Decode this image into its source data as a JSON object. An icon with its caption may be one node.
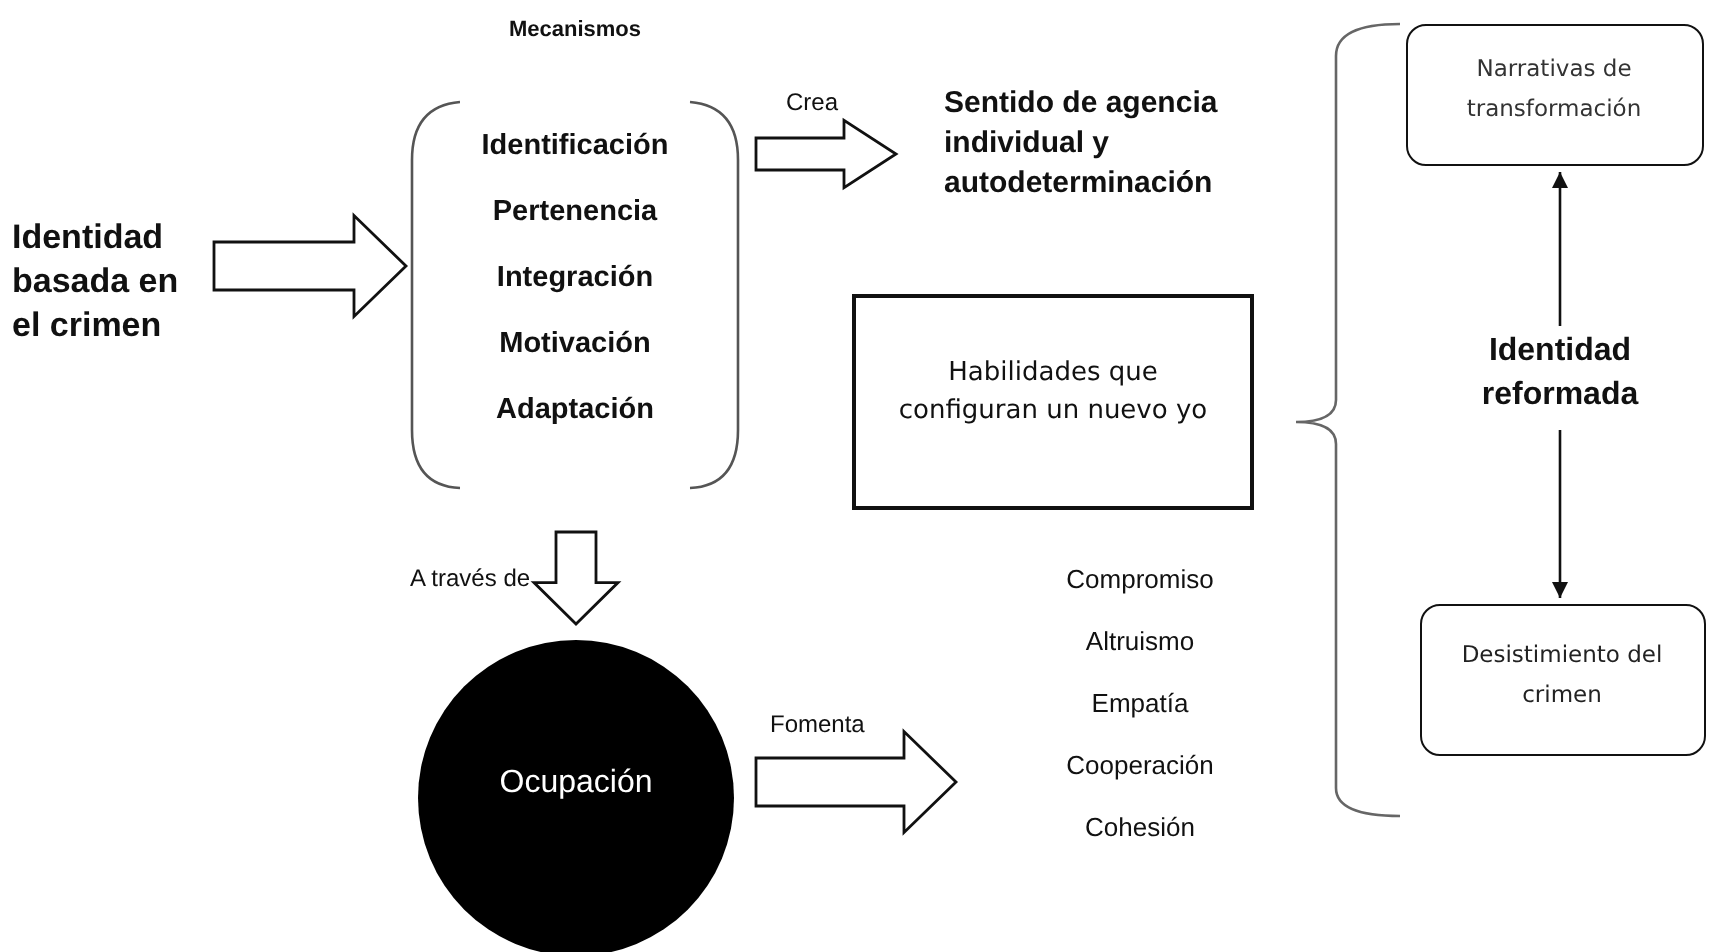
{
  "diagram": {
    "nodes": [
      {
        "text": [
          "Identidad basada en el crimen"
        ]
      },
      {
        "text": [
          "Mecanismos",
          "Identificación",
          "Pertenencia",
          "Integración",
          "Motivación",
          "Adaptación"
        ]
      },
      {
        "text": [
          "Sentido de agencia individual y autodeterminación"
        ]
      },
      {
        "text": [
          "Habilidades que configuran un nuevo yo"
        ]
      },
      {
        "text": [
          "Identidad reformada"
        ]
      },
      {
        "text": [
          "Narrativas de transformación"
        ]
      },
      {
        "text": [
          "Desistimiento del crimen"
        ]
      },
      {
        "text": [
          "Compromiso",
          "Altruismo",
          "Empatía",
          "Cooperación",
          "Cohesión"
        ]
      },
      {
        "text": [
          "Ocupación"
        ]
      }
    ],
    "edges": [
      {
        "from": 0,
        "to": 1,
        "arrow": "to",
        "style": "thick"
      },
      {
        "from": 1,
        "to": 2,
        "arrow": "to",
        "style": "thick",
        "label": "Crea"
      },
      {
        "from": 1,
        "to": 8,
        "arrow": "to",
        "style": "thick",
        "label": "A través de"
      },
      {
        "from": 8,
        "to": 7,
        "arrow": "to",
        "style": "thick",
        "label": "Fomenta"
      },
      {
        "from": 4,
        "to": 5,
        "arrow": "to"
      },
      {
        "from": 4,
        "to": 6,
        "arrow": "to"
      }
    ]
  }
}
